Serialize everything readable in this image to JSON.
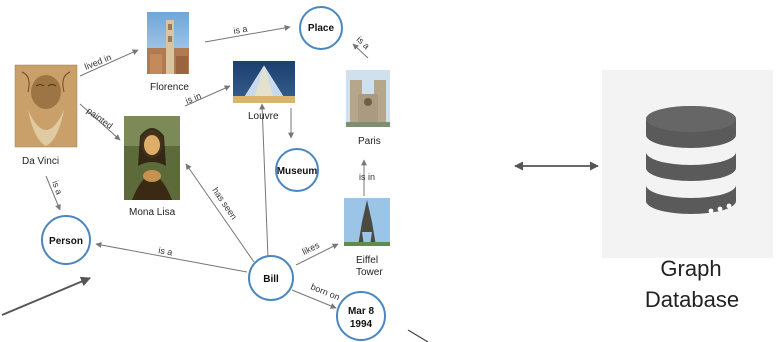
{
  "nodes": {
    "davinci": "Da Vinci",
    "florence": "Florence",
    "monalisa": "Mona Lisa",
    "louvre": "Louvre",
    "place": "Place",
    "paris": "Paris",
    "museum": "Museum",
    "person": "Person",
    "bill": "Bill",
    "eiffel_line1": "Eiffel",
    "eiffel_line2": "Tower",
    "date_line1": "Mar 8",
    "date_line2": "1994"
  },
  "edges": {
    "davinci_florence": "lived in",
    "davinci_monalisa": "painted",
    "davinci_person": "is a",
    "florence_place": "is a",
    "monalisa_louvre": "is in",
    "paris_place": "is a",
    "eiffel_paris": "is in",
    "bill_monalisa": "has seen",
    "bill_person": "is a",
    "bill_eiffel": "likes",
    "bill_date": "born on"
  },
  "database": {
    "line1": "Graph",
    "line2": "Database"
  },
  "colors": {
    "circle_stroke": "#4a86c0",
    "edge": "#777777",
    "db_icon": "#5a5a5a",
    "db_panel": "#f3f3f3"
  }
}
